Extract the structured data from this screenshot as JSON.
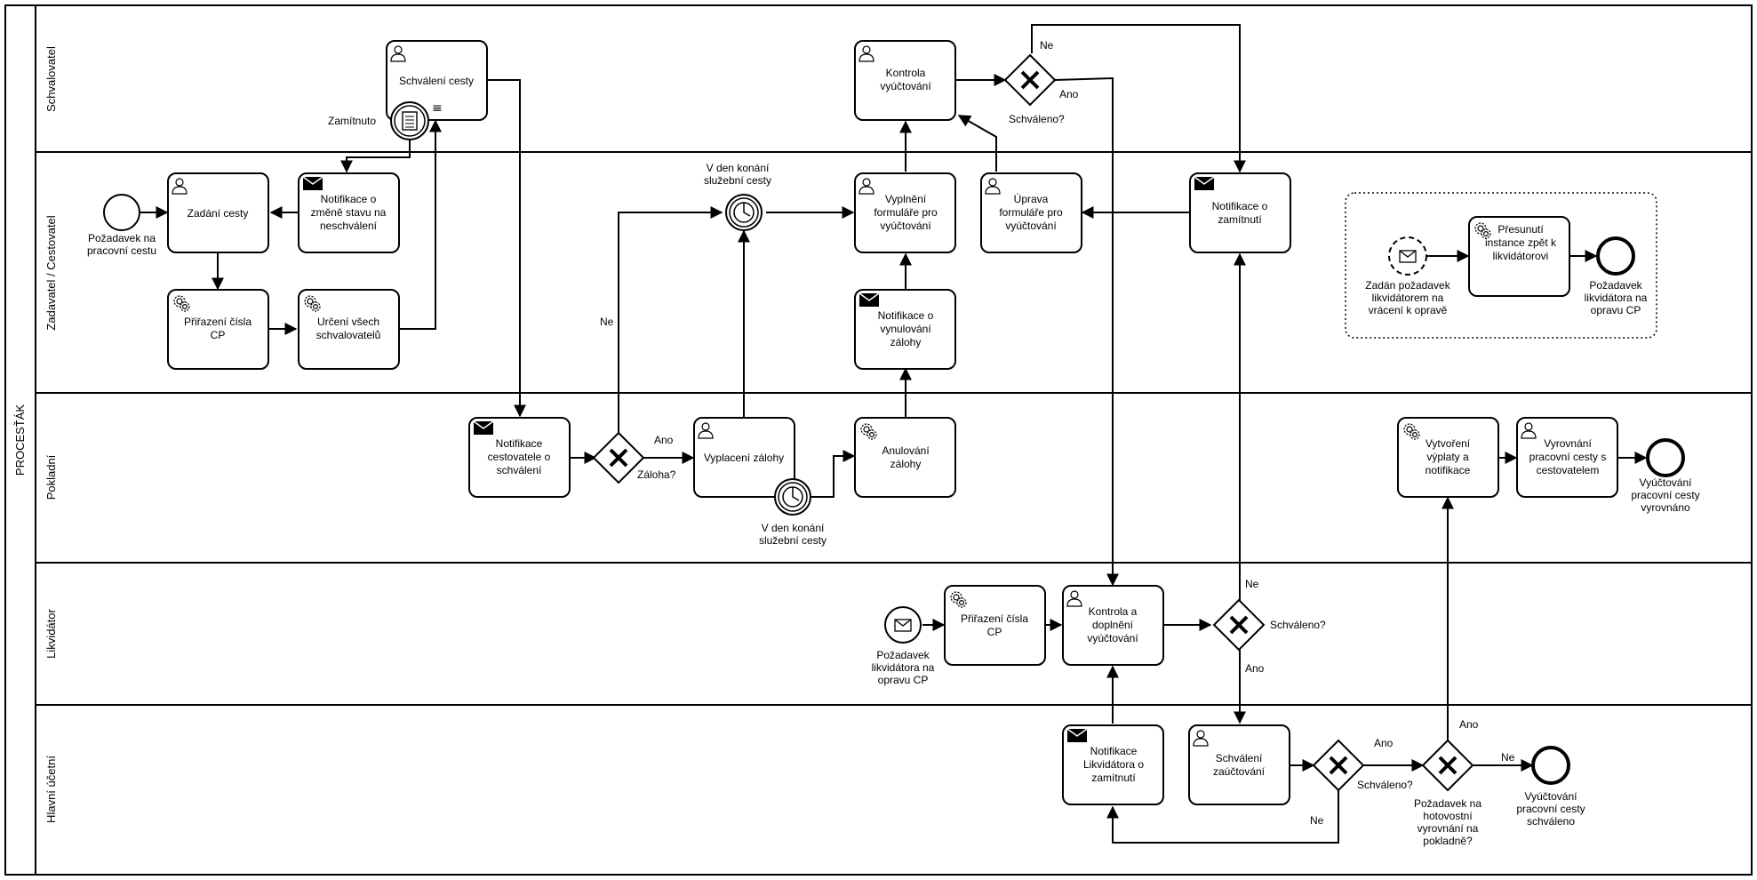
{
  "pool": {
    "name": "PROCESŤÁK"
  },
  "lanes": {
    "schvalovatel": "Schvalovatel",
    "zadavatel": "Zadavatel / Cestovatel",
    "pokladni": "Pokladní",
    "likvidator": "Likvidátor",
    "hlavni": "Hlavní účetní"
  },
  "tasks": {
    "schvaleni_cesty": "Schválení cesty",
    "kontrola_vyuctovani": [
      "Kontrola",
      "vyúčtování"
    ],
    "zadani_cesty": "Zadání cesty",
    "notifikace_zmena": [
      "Notifikace o",
      "změně stavu na",
      "neschválení"
    ],
    "prirazeni_cp": [
      "Přiřazení čísla",
      "CP"
    ],
    "urceni_schvalovatelu": [
      "Určení všech",
      "schvalovatelů"
    ],
    "vyplneni_formulare": [
      "Vyplnění",
      "formuláře pro",
      "vyúčtování"
    ],
    "uprava_formulare": [
      "Úprava",
      "formuláře pro",
      "vyúčtování"
    ],
    "notifikace_zamitnuti": [
      "Notifikace o",
      "zamítnutí"
    ],
    "notifikace_vynulovani": [
      "Notifikace o",
      "vynulování",
      "zálohy"
    ],
    "presunuti_instance": [
      "Přesunutí",
      "instance zpět k",
      "likvidátorovi"
    ],
    "notifikace_cestovatele": [
      "Notifikace",
      "cestovatele o",
      "schválení"
    ],
    "vyplaceni_zalohy": "Vyplacení zálohy",
    "anulovani_zalohy": [
      "Anulování",
      "zálohy"
    ],
    "vytvoreni_vyplaty": [
      "Vytvoření",
      "výplaty a",
      "notifikace"
    ],
    "vyrovnani_cesty": [
      "Vyrovnání",
      "pracovní cesty s",
      "cestovatelem"
    ],
    "prirazeni_cp_likv": [
      "Přiřazení čísla",
      "CP"
    ],
    "kontrola_doplneni": [
      "Kontrola a",
      "doplnění",
      "vyúčtování"
    ],
    "notifikace_likvidatora": [
      "Notifikace",
      "Likvidátora o",
      "zamítnutí"
    ],
    "schvaleni_zauctovani": [
      "Schválení",
      "zaúčtování"
    ]
  },
  "events": {
    "pozadavek_cestu": [
      "Požadavek na",
      "pracovní cestu"
    ],
    "timer_top": [
      "V den konání",
      "služební cesty"
    ],
    "timer_bottom": [
      "V den konání",
      "služební cesty"
    ],
    "zadan_pozadavek": [
      "Zadán požadavek",
      "likvidátorem na",
      "vrácení k opravě"
    ],
    "pozadavek_opravu_end": [
      "Požadavek",
      "likvidátora na",
      "opravu CP"
    ],
    "vyuctovani_vyrovnano": [
      "Vyúčtování",
      "pracovní cesty",
      "vyrovnáno"
    ],
    "pozadavek_opravu_start": [
      "Požadavek",
      "likvidátora na",
      "opravu CP"
    ],
    "vyuctovani_schvaleno": [
      "Vyúčtování",
      "pracovní cesty",
      "schváleno"
    ],
    "zamitnuto": "Zamítnuto"
  },
  "gateways": {
    "schvaleno_top": "Schváleno?",
    "zaloha": "Záloha?",
    "schvaleno_likv": "Schváleno?",
    "schvaleno_hlavni": "Schváleno?",
    "pozadavek_hotovostni": [
      "Požadavek na",
      "hotovostní",
      "vyrovnání na",
      "pokladně?"
    ]
  },
  "flow_labels": {
    "ne_top": "Ne",
    "ano_top": "Ano",
    "ne_zaloha": "Ne",
    "ano_zaloha": "Ano",
    "ne_likv": "Ne",
    "ano_likv": "Ano",
    "ano_hlavni": "Ano",
    "ne_hlavni": "Ne",
    "ano_hotov": "Ano",
    "ne_hotov": "Ne"
  }
}
